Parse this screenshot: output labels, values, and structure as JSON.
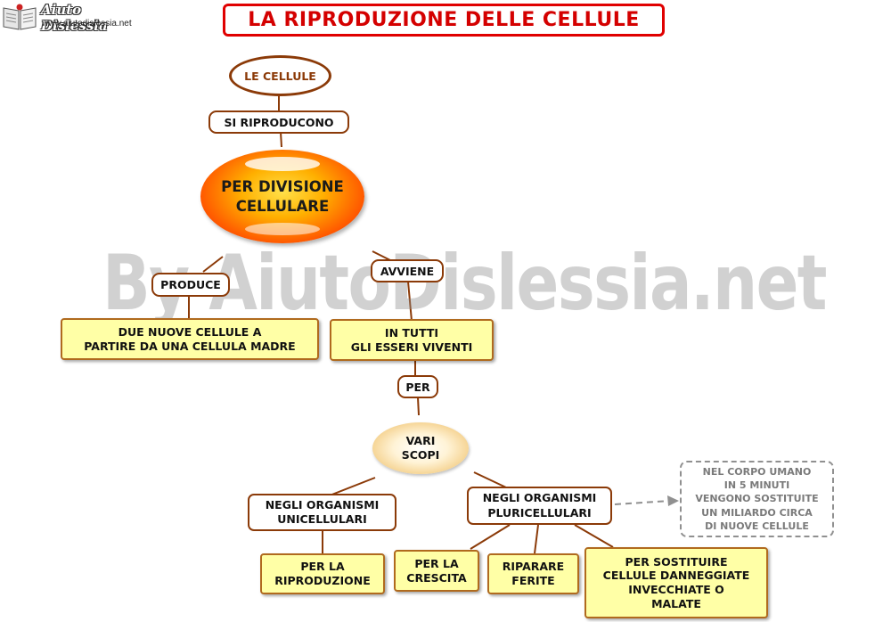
{
  "title": "LA RIPRODUZIONE DELLE CELLULE",
  "logo": {
    "name": "Aiuto Dislessia",
    "url": "www.aiutodislessia.net"
  },
  "watermark": "By AiutoDislessia.net",
  "nodes": {
    "le_cellule": "LE CELLULE",
    "si_riproducono": "SI RIPRODUCONO",
    "per_divisione": [
      "PER DIVISIONE",
      "CELLULARE"
    ],
    "produce": "PRODUCE",
    "due_nuove": [
      "DUE NUOVE CELLULE A",
      "PARTIRE DA UNA CELLULA MADRE"
    ],
    "avviene": "AVVIENE",
    "in_tutti": [
      "IN TUTTI",
      "GLI ESSERI VIVENTI"
    ],
    "per": "PER",
    "vari_scopi": [
      "VARI",
      "SCOPI"
    ],
    "unicellulari": [
      "NEGLI ORGANISMI",
      "UNICELLULARI"
    ],
    "pluricellulari": [
      "NEGLI ORGANISMI",
      "PLURICELLULARI"
    ],
    "per_la_riproduzione": [
      "PER LA",
      "RIPRODUZIONE"
    ],
    "per_la_crescita": [
      "PER LA",
      "CRESCITA"
    ],
    "riparare_ferite": [
      "RIPARARE",
      "FERITE"
    ],
    "per_sostituire": [
      "PER SOSTITUIRE",
      "CELLULE DANNEGGIATE",
      "INVECCHIATE O",
      "MALATE"
    ],
    "note": [
      "NEL CORPO UMANO",
      "IN 5 MINUTI",
      "VENGONO SOSTITUITE",
      "UN MILIARDO CIRCA",
      "DI NUOVE CELLULE"
    ]
  },
  "colors": {
    "title_red": "#e00000",
    "node_border": "#8b3a08",
    "concept_fill": "#ffffa6"
  }
}
